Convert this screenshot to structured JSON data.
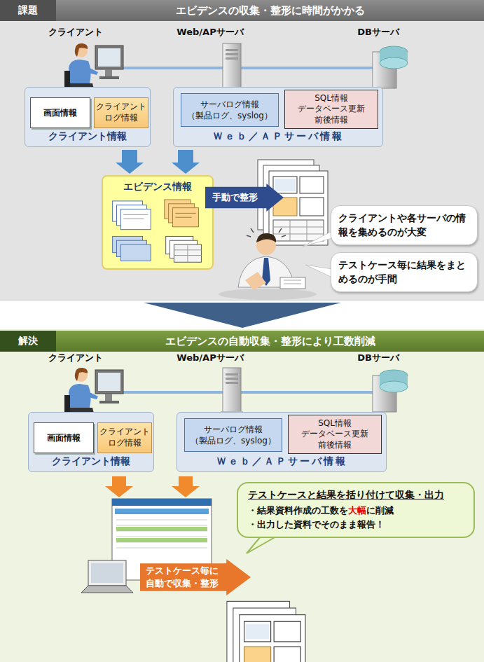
{
  "diagram": {
    "nodes": [
      {
        "text": [
          "エビデンスの収集・整形に時間がかかる"
        ]
      },
      {
        "text": [
          "課題"
        ],
        "in": 0
      },
      {
        "text": [
          "クライアント情報"
        ]
      },
      {
        "text": [
          "画面情報"
        ],
        "in": 2
      },
      {
        "text": [
          "クライアント ログ情報"
        ],
        "in": 2
      },
      {
        "text": [
          "Ｗｅｂ／ＡＰサーバ情報"
        ]
      },
      {
        "text": [
          "サーバログ情報 （製品ログ、syslog）"
        ],
        "in": 5
      },
      {
        "text": [
          "SQL情報 データベース更新 前後情報"
        ],
        "in": 5
      },
      {
        "text": [
          "エビデンス情報"
        ]
      },
      {
        "text": [
          "手動で整形"
        ]
      },
      {
        "text": [
          "クライアントや各サーバの情報を集めるのが大変"
        ]
      },
      {
        "text": [
          "テストケース毎に結果をまとめるのが手間"
        ]
      },
      {
        "text": [
          "エビデンスの自動収集・整形により工数削減"
        ]
      },
      {
        "text": [
          "解決"
        ],
        "in": 12
      },
      {
        "text": [
          "クライアント情報"
        ]
      },
      {
        "text": [
          "画面情報"
        ],
        "in": 14
      },
      {
        "text": [
          "クライアント ログ情報"
        ],
        "in": 14
      },
      {
        "text": [
          "Ｗｅｂ／ＡＰサーバ情報"
        ]
      },
      {
        "text": [
          "サーバログ情報 （製品ログ、syslog）"
        ],
        "in": 17
      },
      {
        "text": [
          "SQL情報 データベース更新 前後情報"
        ],
        "in": 17
      },
      {
        "text": [
          "テストケースと結果を括り付けて収集・出力",
          "・結果資料作成の工数を",
          "大幅",
          "に削減",
          "・出力した資料でそのまま報告！"
        ]
      },
      {
        "text": [
          "テストケース毎に 自動で収集・整形"
        ]
      }
    ],
    "edges": [
      {
        "from": 2,
        "to": 8,
        "arrow": "to"
      },
      {
        "from": 5,
        "to": 8,
        "arrow": "to"
      }
    ],
    "labels": [
      "クライアント",
      "Web/APサーバ",
      "DBサーバ",
      "クライアント",
      "Web/APサーバ",
      "DBサーバ"
    ]
  }
}
